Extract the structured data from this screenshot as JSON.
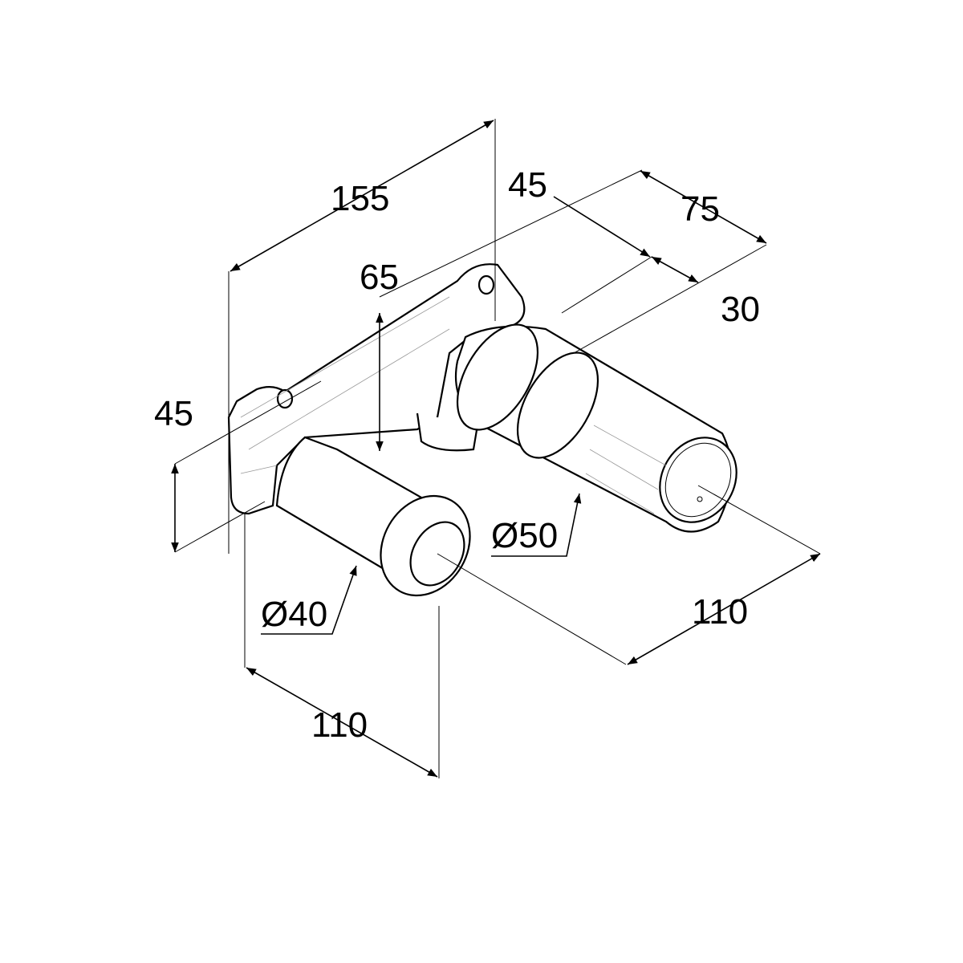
{
  "drawing": {
    "title": "Wall-mounted concealed body dimension drawing",
    "dimensions": {
      "overall_width": "155",
      "top_depth_45": "45",
      "top_depth_75": "75",
      "height_65": "65",
      "depth_30": "30",
      "left_height_45": "45",
      "diameter_large": "Ø50",
      "diameter_small": "Ø40",
      "projection_right": "110",
      "projection_bottom": "110"
    },
    "colors": {
      "line": "#000000",
      "background": "#ffffff"
    }
  }
}
